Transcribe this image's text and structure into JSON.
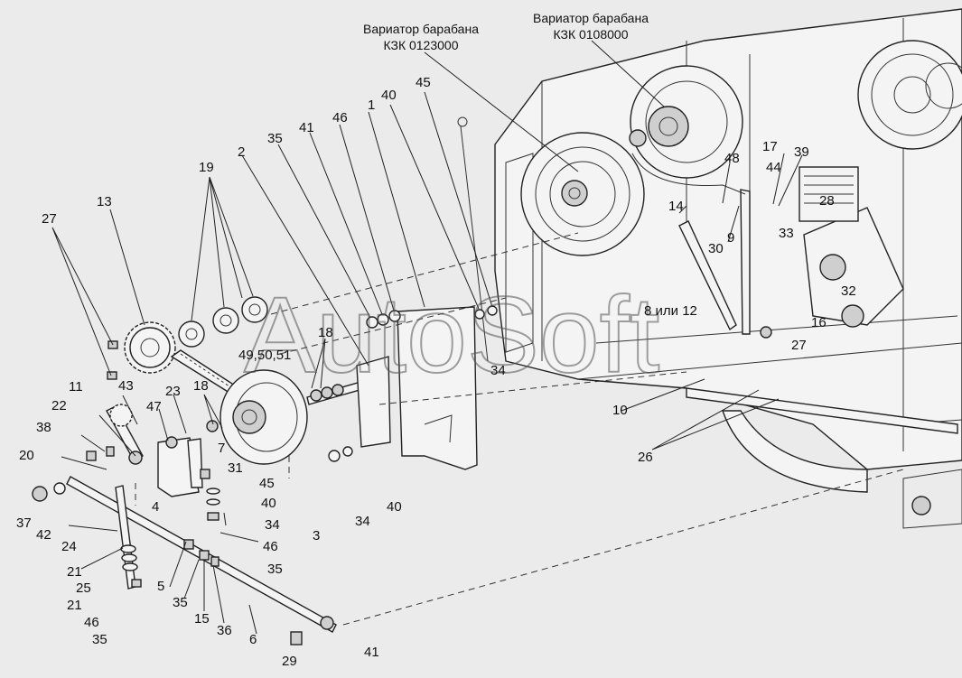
{
  "captions": {
    "variator_1": [
      "Вариатор барабана",
      "КЗК 0123000"
    ],
    "variator_2": [
      "Вариатор барабана",
      "КЗК 0108000"
    ]
  },
  "watermark": "AutoSoft",
  "callouts": {
    "c1": "1",
    "c2": "2",
    "c3": "3",
    "c4": "4",
    "c5": "5",
    "c6": "6",
    "c7": "7",
    "c9": "9",
    "c10": "10",
    "c11": "11",
    "c13": "13",
    "c14": "14",
    "c15": "15",
    "c16": "16",
    "c17": "17",
    "c18a": "18",
    "c18b": "18",
    "c19": "19",
    "c20": "20",
    "c21a": "21",
    "c21b": "21",
    "c22": "22",
    "c23": "23",
    "c24": "24",
    "c25": "25",
    "c26": "26",
    "c27a": "27",
    "c27b": "27",
    "c28": "28",
    "c29": "29",
    "c30": "30",
    "c31": "31",
    "c32": "32",
    "c33": "33",
    "c34a": "34",
    "c34b": "34",
    "c34c": "34",
    "c35a": "35",
    "c35b": "35",
    "c35c": "35",
    "c35d": "35",
    "c36": "36",
    "c37": "37",
    "c38": "38",
    "c39": "39",
    "c40a": "40",
    "c40b": "40",
    "c40c": "40",
    "c41a": "41",
    "c41b": "41",
    "c42": "42",
    "c43": "43",
    "c44": "44",
    "c45a": "45",
    "c45b": "45",
    "c46a": "46",
    "c46b": "46",
    "c46c": "46",
    "c47": "47",
    "c48": "48",
    "c8or12": "8 или 12",
    "c49": "49,50,51"
  }
}
